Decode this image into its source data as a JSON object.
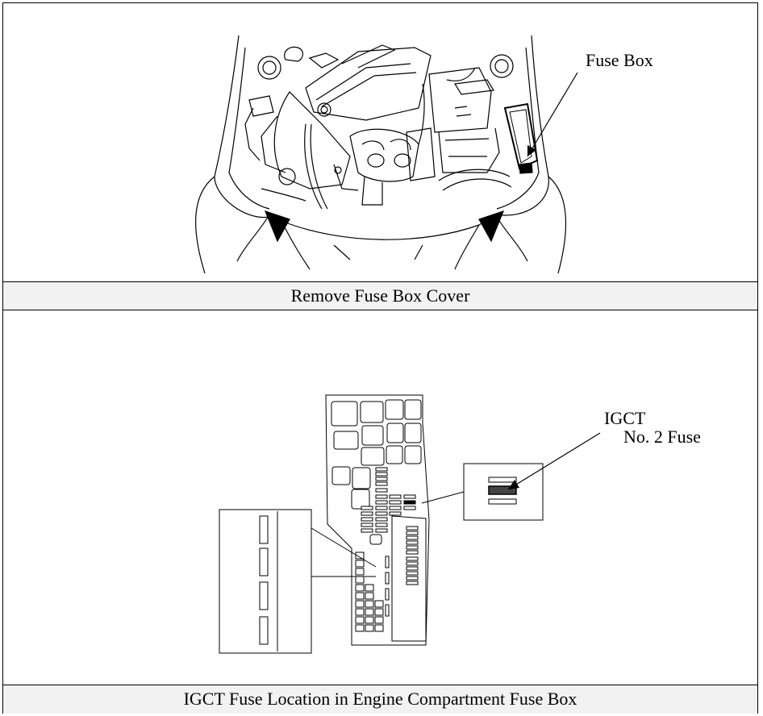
{
  "top_panel": {
    "label": "Fuse Box",
    "caption": "Remove Fuse Box Cover"
  },
  "bottom_panel": {
    "label_line1": "IGCT",
    "label_line2": "No. 2 Fuse",
    "caption": "IGCT Fuse Location in Engine Compartment Fuse Box"
  },
  "colors": {
    "line": "#000000",
    "caption_bg": "#f2f2f2",
    "highlight_fuse": "#444444"
  }
}
